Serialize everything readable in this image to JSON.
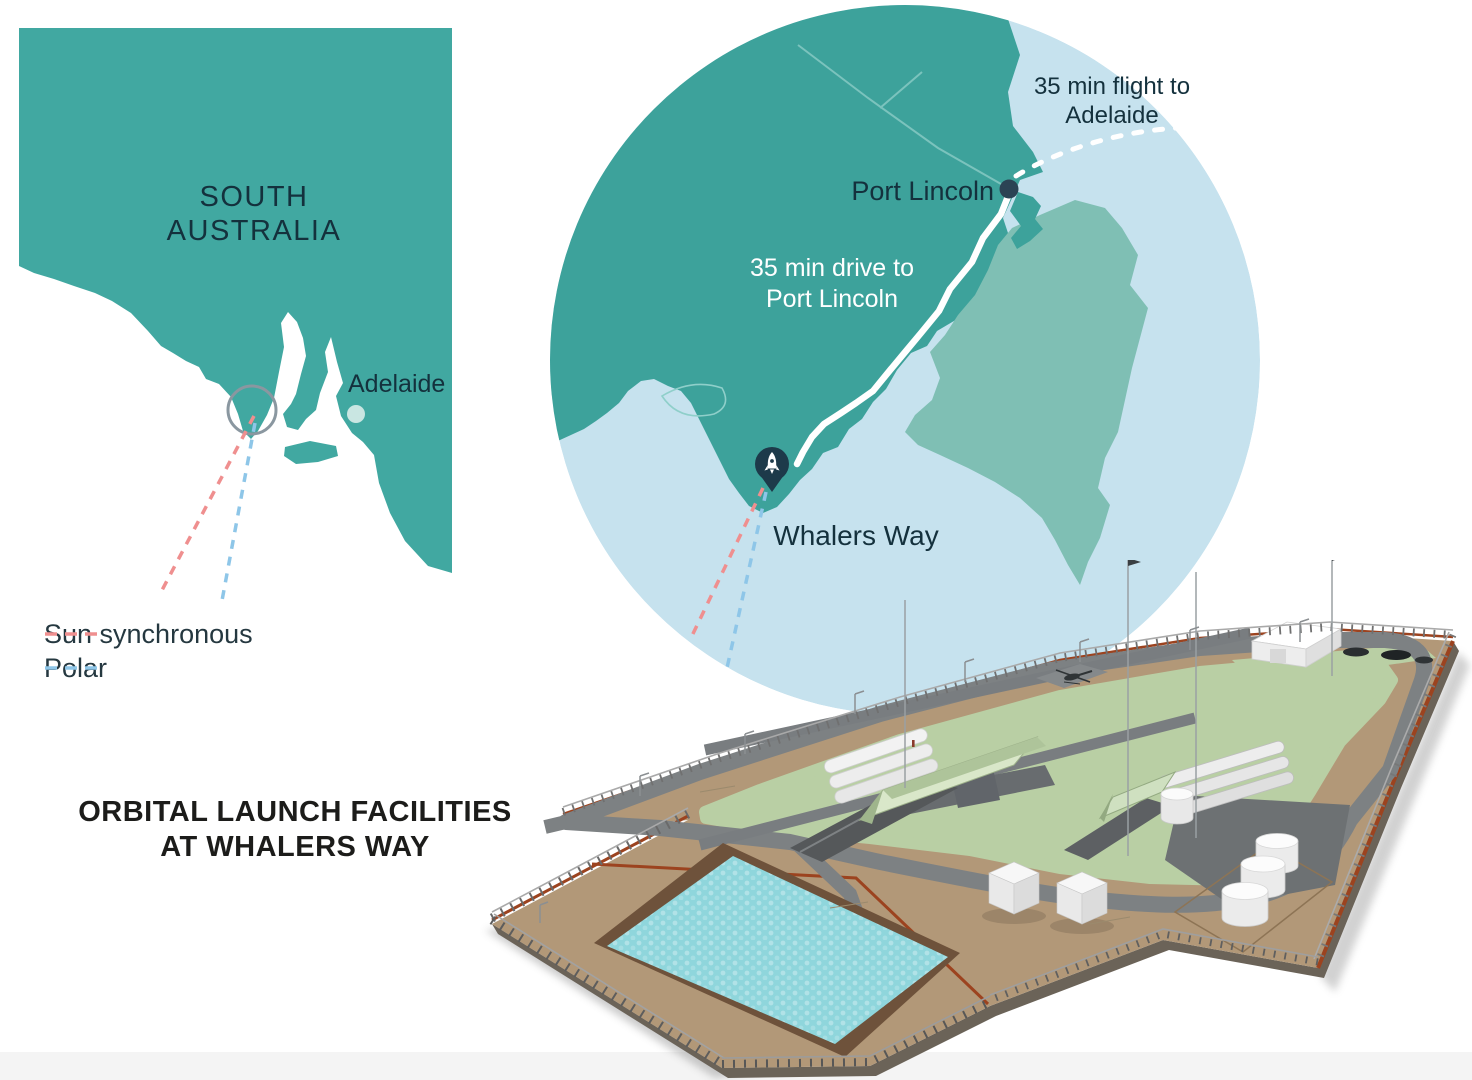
{
  "canvas": {
    "background": "#ffffff",
    "footer_strip_color": "#f4f4f4"
  },
  "state_map": {
    "label": "SOUTH\nAUSTRALIA",
    "adelaide": "Adelaide",
    "land_color": "#41a8a1",
    "adelaide_dot_color": "#c9e6e2",
    "site_ring_color": "#8a97a0",
    "text_color": "#14313d"
  },
  "legend": {
    "text_color": "#253840",
    "items": [
      {
        "label": "Sun synchronous",
        "color": "#ef8f8f"
      },
      {
        "label": "Polar",
        "color": "#8ec6e8"
      }
    ]
  },
  "inset_map": {
    "sea_color": "#c6e2ee",
    "land_color": "#3da29b",
    "island_color": "#7fbfb4",
    "minor_road_color": "#86c9c3",
    "road_color": "#ffffff",
    "marker_color": "#1d3a4a",
    "dot_color": "#2b4354",
    "text_color": "#14313d",
    "port_lincoln": "Port Lincoln",
    "whalers_way": "Whalers Way",
    "drive_note": "35 min drive to\nPort Lincoln",
    "flight_note": "35 min flight to\nAdelaide"
  },
  "facility": {
    "caption": "ORBITAL LAUNCH FACILITIES\nAT WHALERS WAY",
    "caption_color": "#1c1c1a",
    "ground_color": "#b29878",
    "pad_color": "#b9cfa4",
    "road_color": "#7d8183",
    "water_color": "#8fd6dc"
  }
}
